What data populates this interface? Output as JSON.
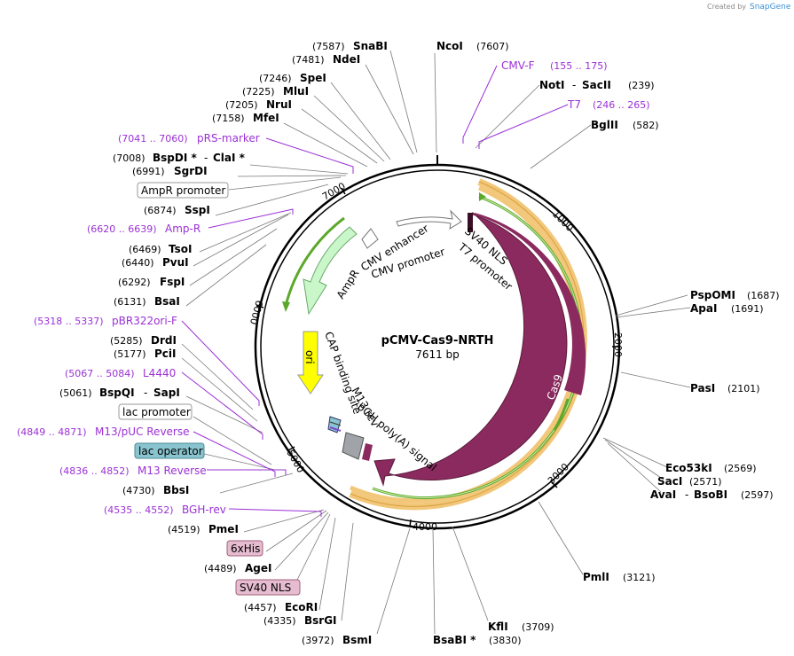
{
  "title": "pCMV-Cas9-NRTH",
  "size_label": "7611 bp",
  "credit": {
    "prefix": "Created by",
    "brand": "SnapGene"
  },
  "ticks": [
    "1000",
    "2000",
    "3000",
    "4000",
    "5000",
    "6000",
    "7000"
  ],
  "features": {
    "cmv_enhancer": "CMV enhancer",
    "cmv_promoter": "CMV promoter",
    "t7_promoter": "T7 promoter",
    "sv40_nls": "SV40 NLS",
    "cas9": "Cas9",
    "bgh_polya": "bGH poly(A) signal",
    "m13_rev": "M13 rev",
    "cap_binding": "CAP binding site",
    "ori": "ori",
    "ampr": "AmpR"
  },
  "boxed": {
    "ampr_promoter": "AmpR promoter",
    "lac_promoter": "lac promoter",
    "lac_operator": "lac operator",
    "his6": "6xHis",
    "sv40_nls": "SV40 NLS"
  },
  "sites": {
    "snabi": {
      "pos": "(7587)",
      "name": "SnaBI"
    },
    "ncoi": {
      "name": "NcoI",
      "pos": "(7607)"
    },
    "ndei": {
      "pos": "(7481)",
      "name": "NdeI"
    },
    "spei": {
      "pos": "(7246)",
      "name": "SpeI"
    },
    "mlui": {
      "pos": "(7225)",
      "name": "MluI"
    },
    "nrui": {
      "pos": "(7205)",
      "name": "NruI"
    },
    "mfei": {
      "pos": "(7158)",
      "name": "MfeI"
    },
    "bspdi": {
      "pos": "(7008)",
      "name": "BspDI *",
      "name2": "ClaI *"
    },
    "sgrdi": {
      "pos": "(6991)",
      "name": "SgrDI"
    },
    "sspi": {
      "pos": "(6874)",
      "name": "SspI"
    },
    "tsoi": {
      "pos": "(6469)",
      "name": "TsoI"
    },
    "pvui": {
      "pos": "(6440)",
      "name": "PvuI"
    },
    "fspi": {
      "pos": "(6292)",
      "name": "FspI"
    },
    "bsai": {
      "pos": "(6131)",
      "name": "BsaI"
    },
    "drdi": {
      "pos": "(5285)",
      "name": "DrdI"
    },
    "pcii": {
      "pos": "(5177)",
      "name": "PciI"
    },
    "bspqi": {
      "pos": "(5061)",
      "name": "BspQI",
      "name2": "SapI"
    },
    "bbsi": {
      "pos": "(4730)",
      "name": "BbsI"
    },
    "pmei": {
      "pos": "(4519)",
      "name": "PmeI"
    },
    "agei": {
      "pos": "(4489)",
      "name": "AgeI"
    },
    "ecori": {
      "pos": "(4457)",
      "name": "EcoRI"
    },
    "bsrgi": {
      "pos": "(4335)",
      "name": "BsrGI"
    },
    "bsmi": {
      "pos": "(3972)",
      "name": "BsmI"
    },
    "bsabi": {
      "name": "BsaBI *",
      "pos": "(3830)"
    },
    "kfli": {
      "name": "KflI",
      "pos": "(3709)"
    },
    "pmli": {
      "name": "PmlI",
      "pos": "(3121)"
    },
    "avai": {
      "name": "AvaI",
      "name2": "BsoBI",
      "pos": "(2597)"
    },
    "saci": {
      "name": "SacI",
      "pos": "(2571)"
    },
    "eco53ki": {
      "name": "Eco53kI",
      "pos": "(2569)"
    },
    "pasi": {
      "name": "PasI",
      "pos": "(2101)"
    },
    "apai": {
      "name": "ApaI",
      "pos": "(1691)"
    },
    "pspomi": {
      "name": "PspOMI",
      "pos": "(1687)"
    },
    "bglii": {
      "name": "BglII",
      "pos": "(582)"
    },
    "noti": {
      "name": "NotI",
      "name2": "SacII",
      "pos": "(239)"
    }
  },
  "primers": {
    "cmvf": {
      "name": "CMV-F",
      "range": "(155 .. 175)"
    },
    "t7": {
      "name": "T7",
      "range": "(246 .. 265)"
    },
    "prs": {
      "range": "(7041 .. 7060)",
      "name": "pRS-marker"
    },
    "ampr": {
      "range": "(6620 .. 6639)",
      "name": "Amp-R"
    },
    "pbr": {
      "range": "(5318 .. 5337)",
      "name": "pBR322ori-F"
    },
    "l4440": {
      "range": "(5067 .. 5084)",
      "name": "L4440"
    },
    "m13puc": {
      "range": "(4849 .. 4871)",
      "name": "M13/pUC Reverse"
    },
    "m13rev": {
      "range": "(4836 .. 4852)",
      "name": "M13 Reverse"
    },
    "bghrev": {
      "range": "(4535 .. 4552)",
      "name": "BGH-rev"
    }
  },
  "colors": {
    "cas9": "#8b2a5e",
    "ampr": "#c9f7c9",
    "ori": "#ffff00",
    "orf_orange": "#f2c77a",
    "orf_green": "#8fd04a",
    "primer": "#9b30d6",
    "lac_operator": "#89c4cf",
    "his6": "#e6bcd0",
    "sv40_nls": "#e6bcd0"
  }
}
